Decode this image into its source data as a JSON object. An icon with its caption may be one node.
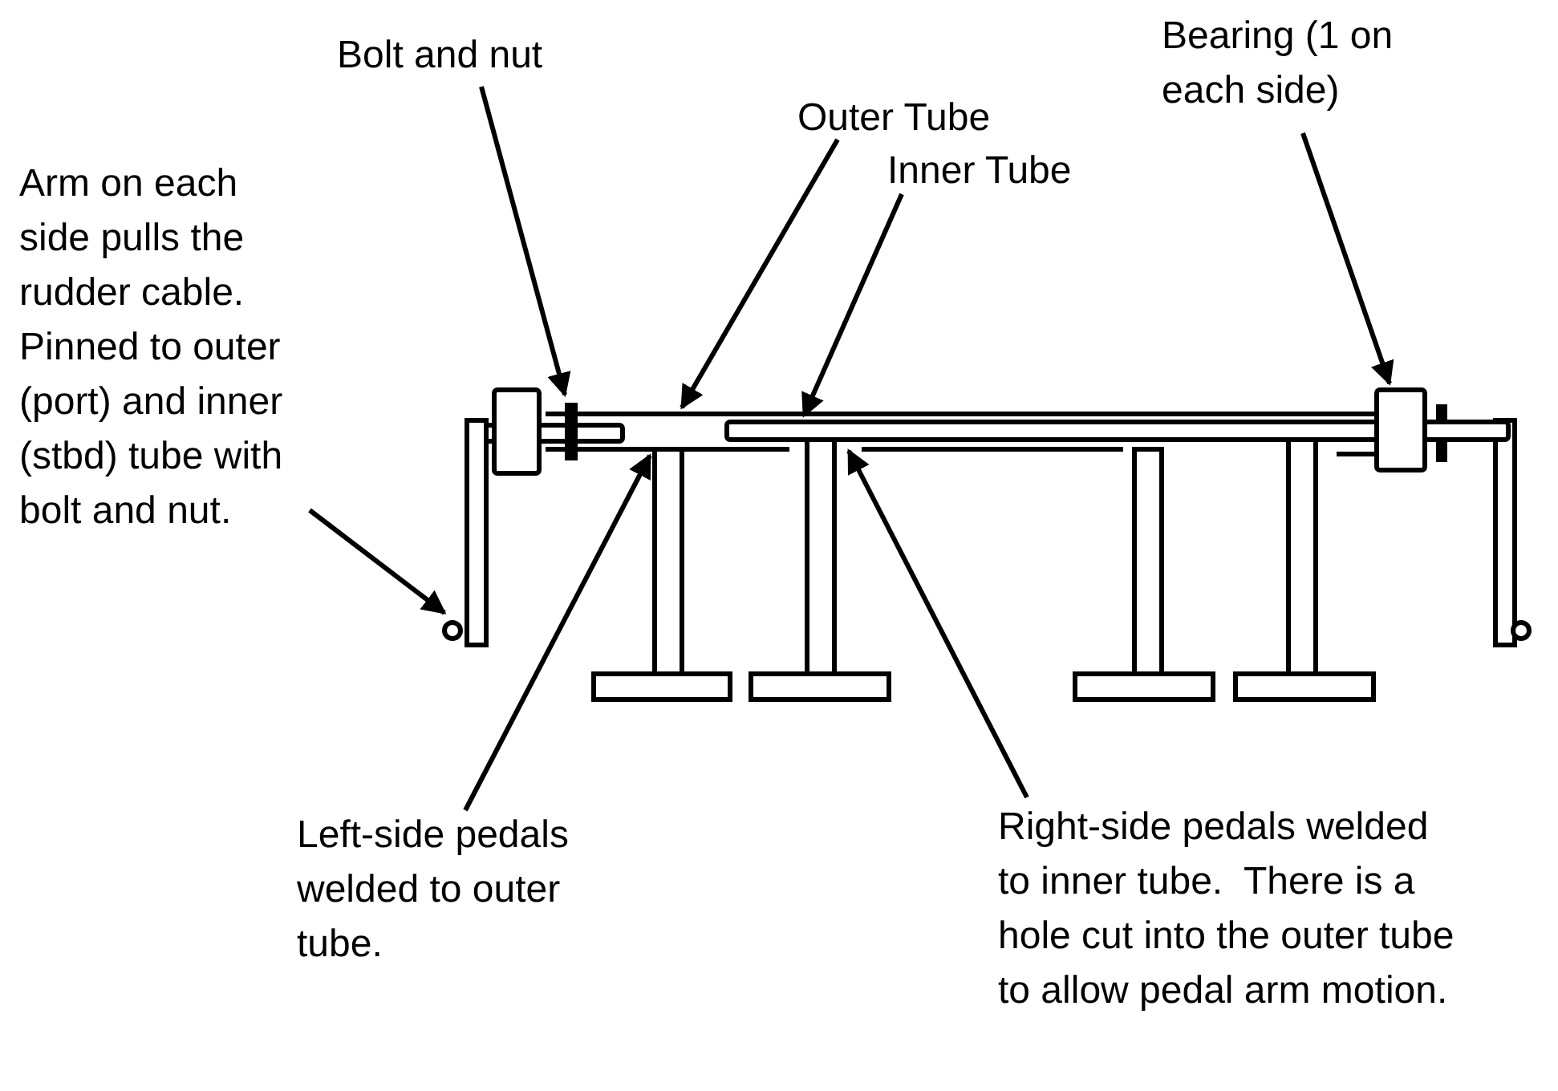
{
  "diagram": {
    "nodes": [
      {
        "text": [
          "Bolt and nut"
        ]
      },
      {
        "text": [
          "Outer Tube"
        ]
      },
      {
        "text": [
          "Inner Tube"
        ]
      },
      {
        "text": [
          "Bearing (1 on each side)"
        ]
      },
      {
        "text": [
          "Arm on each side pulls the rudder cable. Pinned to outer (port) and inner (stbd) tube with bolt and nut."
        ]
      },
      {
        "text": [
          "Left-side pedals welded to outer tube."
        ]
      },
      {
        "text": [
          "Right-side pedals welded to inner tube.  There is a hole cut into the outer tube to allow pedal arm motion."
        ]
      },
      {
        "text": [],
        "shape": "bolt"
      },
      {
        "text": [],
        "shape": "tube"
      },
      {
        "text": [],
        "shape": "tube"
      },
      {
        "text": [],
        "shape": "bearing"
      },
      {
        "text": [],
        "shape": "arm"
      },
      {
        "text": [],
        "shape": "pedal"
      },
      {
        "text": [],
        "shape": "pedal"
      }
    ],
    "edges": [
      {
        "from": 0,
        "to": 7,
        "arrow": "to"
      },
      {
        "from": 1,
        "to": 8,
        "arrow": "to"
      },
      {
        "from": 2,
        "to": 9,
        "arrow": "to"
      },
      {
        "from": 3,
        "to": 10,
        "arrow": "to"
      },
      {
        "from": 4,
        "to": 11,
        "arrow": "to"
      },
      {
        "from": 5,
        "to": 12,
        "arrow": "to"
      },
      {
        "from": 6,
        "to": 13,
        "arrow": "to"
      }
    ]
  }
}
